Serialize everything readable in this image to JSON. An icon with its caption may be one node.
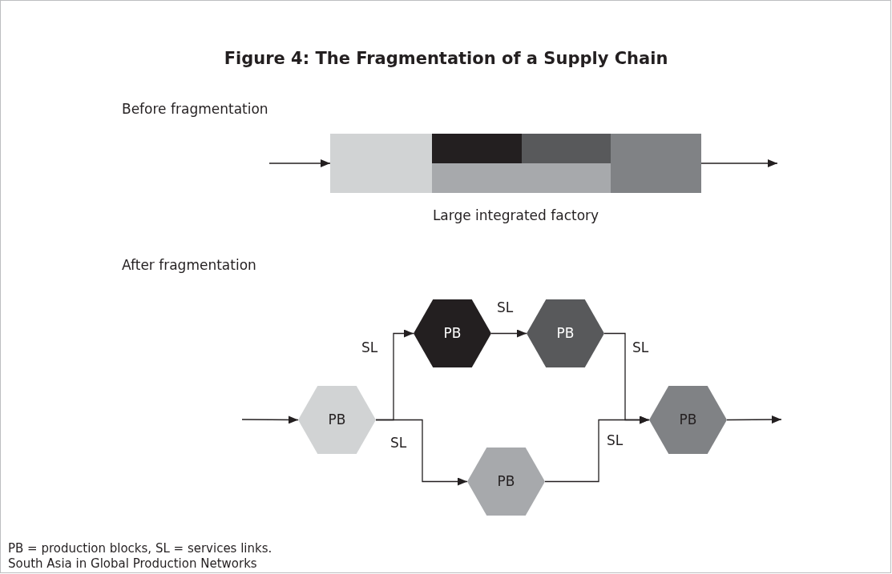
{
  "diagram": {
    "title": "Figure 4: The Fragmentation of a Supply Chain",
    "nodes": [
      {
        "text": [],
        "shape": "bar",
        "beside": [
          "Large integrated factory"
        ]
      },
      {
        "text": [
          "PB"
        ]
      },
      {
        "text": [
          "PB"
        ]
      },
      {
        "text": [
          "PB"
        ]
      },
      {
        "text": [
          "PB"
        ]
      },
      {
        "text": [
          "PB"
        ]
      }
    ],
    "edges": [
      {
        "from": null,
        "to": 0,
        "arrow": "to"
      },
      {
        "from": 0,
        "to": null,
        "arrow": "to"
      },
      {
        "from": null,
        "to": 3,
        "arrow": "to"
      },
      {
        "from": 3,
        "to": 1,
        "arrow": "to",
        "label": "SL"
      },
      {
        "from": 3,
        "to": 5,
        "arrow": "to",
        "label": "SL"
      },
      {
        "from": 1,
        "to": 2,
        "arrow": "to",
        "label": "SL"
      },
      {
        "from": 2,
        "to": 4,
        "arrow": "to",
        "label": "SL"
      },
      {
        "from": 5,
        "to": 4,
        "arrow": "to",
        "label": "SL"
      },
      {
        "from": 4,
        "to": null,
        "arrow": "to"
      }
    ],
    "labels": [
      "Before fragmentation",
      "After fragmentation",
      "PB = production blocks, SL = services links.",
      "South Asia in Global Production Networks"
    ]
  }
}
